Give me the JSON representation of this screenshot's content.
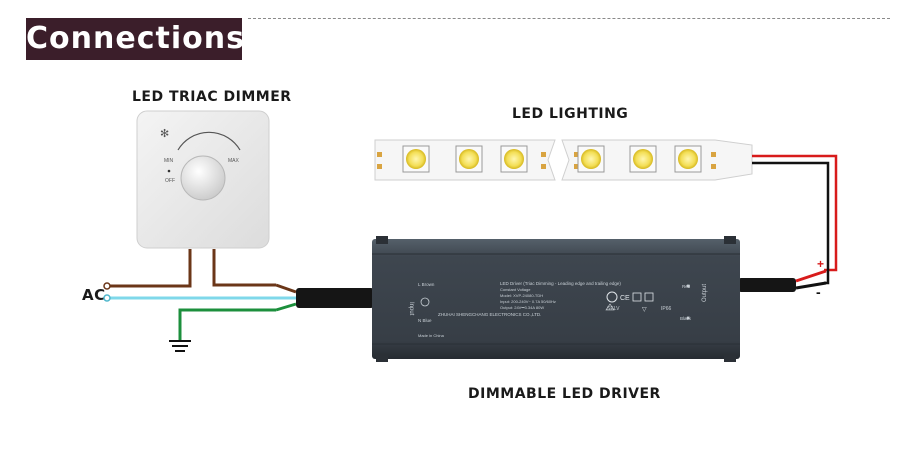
{
  "header": {
    "title": "Connections"
  },
  "labels": {
    "dimmer": "LED TRIAC DIMMER",
    "lighting": "LED LIGHTING",
    "driver": "DIMMABLE LED DRIVER",
    "ac": "AC"
  },
  "dimmer_face": {
    "min": "MIN",
    "max": "MAX",
    "off": "OFF"
  },
  "strip": {
    "plus": "+",
    "minus": "-"
  },
  "driver": {
    "input_label": "Input",
    "output_label": "Output",
    "l_wire": "L Brown",
    "n_wire": "N Blue",
    "output_red": "Red",
    "output_black": "Black",
    "title": "LED Driver (Triac Dimming - Leading edge and trailing edge)",
    "mode": "Constant Voltage",
    "model": "Model: XVP-24080-TDH",
    "input_spec": "Input: 200-240V~ 0.7A 50/60Hz",
    "output_spec": "Output: 24V⎓3.34A 80W",
    "company": "ZHUHAI SHENGCHANG ELECTRONICS CO.,LTD.",
    "ip": "IP66",
    "selv": "SELV",
    "made_in": "Made in China"
  },
  "colors": {
    "brown": "#6b3618",
    "blue": "#7fd8ea",
    "green": "#1c8f3c",
    "red": "#d81b1b",
    "black": "#111111",
    "header_bg": "#3b1e2a",
    "driver_body": "#3d434b"
  }
}
